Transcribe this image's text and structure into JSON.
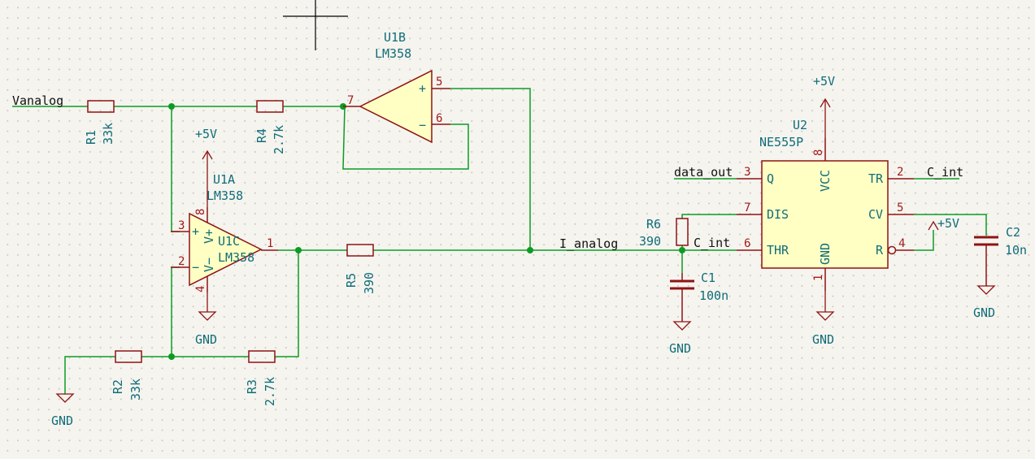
{
  "nets": {
    "vanalog": "Vanalog",
    "i_analog": "I_analog",
    "c_int_left": "C_int",
    "c_int_right": "C_int",
    "data_out": "data_out"
  },
  "resistors": {
    "r1": {
      "ref": "R1",
      "value": "33k"
    },
    "r2": {
      "ref": "R2",
      "value": "33k"
    },
    "r3": {
      "ref": "R3",
      "value": "2.7k"
    },
    "r4": {
      "ref": "R4",
      "value": "2.7k"
    },
    "r5": {
      "ref": "R5",
      "value": "390"
    },
    "r6": {
      "ref": "R6",
      "value": "390"
    }
  },
  "capacitors": {
    "c1": {
      "ref": "C1",
      "value": "100n"
    },
    "c2": {
      "ref": "C2",
      "value": "10n"
    }
  },
  "opamps": {
    "u1a": {
      "ref": "U1A",
      "value": "LM358",
      "overlay_ref": "U1C",
      "overlay_value": "LM358",
      "pins": {
        "noninv": "3",
        "inv": "2",
        "out": "1",
        "vplus": "8",
        "vminus": "4"
      },
      "labels": {
        "plus": "+",
        "minus": "−",
        "vplus": "V+",
        "vminus": "V−"
      }
    },
    "u1b": {
      "ref": "U1B",
      "value": "LM358",
      "pins": {
        "noninv": "5",
        "inv": "6",
        "out": "7"
      },
      "labels": {
        "plus": "+",
        "minus": "−"
      }
    }
  },
  "timer": {
    "ref": "U2",
    "value": "NE555P",
    "pins": {
      "q": "3",
      "dis": "7",
      "thr": "6",
      "vcc": "8",
      "gnd": "1",
      "tr": "2",
      "cv": "5",
      "r": "4"
    },
    "pin_names": {
      "q": "Q",
      "dis": "DIS",
      "thr": "THR",
      "vcc": "VCC",
      "gnd": "GND",
      "tr": "TR",
      "cv": "CV",
      "r": "R"
    }
  },
  "power": {
    "p5v_u1": "+5V",
    "p5v_u2": "+5V",
    "p5v_reset": "+5V",
    "gnd_r2": "GND",
    "gnd_u1": "GND",
    "gnd_c1": "GND",
    "gnd_u2": "GND",
    "gnd_c2": "GND"
  },
  "colors": {
    "background": "#f5f4ef",
    "wire": "#0c9b23",
    "component": "#8f1313",
    "fill": "#ffffc4",
    "reference_text": "#106d79",
    "pin_number": "#a51919"
  }
}
